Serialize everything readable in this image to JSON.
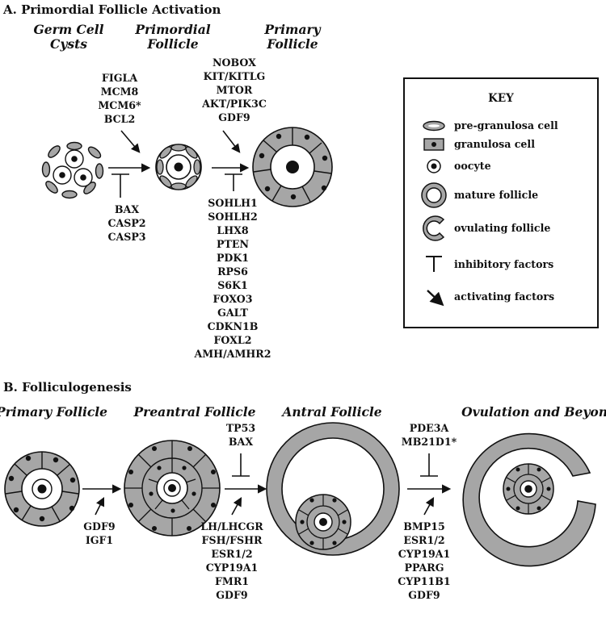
{
  "sectionA": {
    "title": "A. Primordial Follicle Activation",
    "stage1": [
      "Germ Cell",
      "Cysts"
    ],
    "stage2": [
      "Primordial",
      "Follicle"
    ],
    "stage3": [
      "Primary",
      "Follicle"
    ],
    "activators1": [
      "FIGLA",
      "MCM8",
      "MCM6*",
      "BCL2"
    ],
    "inhibitors1": [
      "BAX",
      "CASP2",
      "CASP3"
    ],
    "activators2": [
      "NOBOX",
      "KIT/KITLG",
      "MTOR",
      "AKT/PIK3C",
      "GDF9"
    ],
    "inhibitors2": [
      "SOHLH1",
      "SOHLH2",
      "LHX8",
      "PTEN",
      "PDK1",
      "RPS6",
      "S6K1",
      "FOXO3",
      "GALT",
      "CDKN1B",
      "FOXL2",
      "AMH/AMHR2"
    ]
  },
  "key": {
    "title": "KEY",
    "items": [
      "pre-granulosa cell",
      "granulosa cell",
      "oocyte",
      "mature follicle",
      "ovulating follicle",
      "inhibitory factors",
      "activating factors"
    ]
  },
  "sectionB": {
    "title": "B. Folliculogenesis",
    "stage1": "Primary Follicle",
    "stage2": "Preantral Follicle",
    "stage3": "Antral Follicle",
    "stage4": "Ovulation and Beyond",
    "activators1": [
      "GDF9",
      "IGF1"
    ],
    "inhibitors2": [
      "TP53",
      "BAX"
    ],
    "activators2": [
      "LH/LHCGR",
      "FSH/FSHR",
      "ESR1/2",
      "CYP19A1",
      "FMR1",
      "GDF9"
    ],
    "inhibitors3": [
      "PDE3A",
      "MB21D1*"
    ],
    "activators3": [
      "BMP15",
      "ESR1/2",
      "CYP19A1",
      "PPARG",
      "CYP11B1",
      "GDF9"
    ]
  },
  "colors": {
    "granulosa": "#a6a6a6",
    "line": "#111111",
    "background": "#ffffff"
  }
}
